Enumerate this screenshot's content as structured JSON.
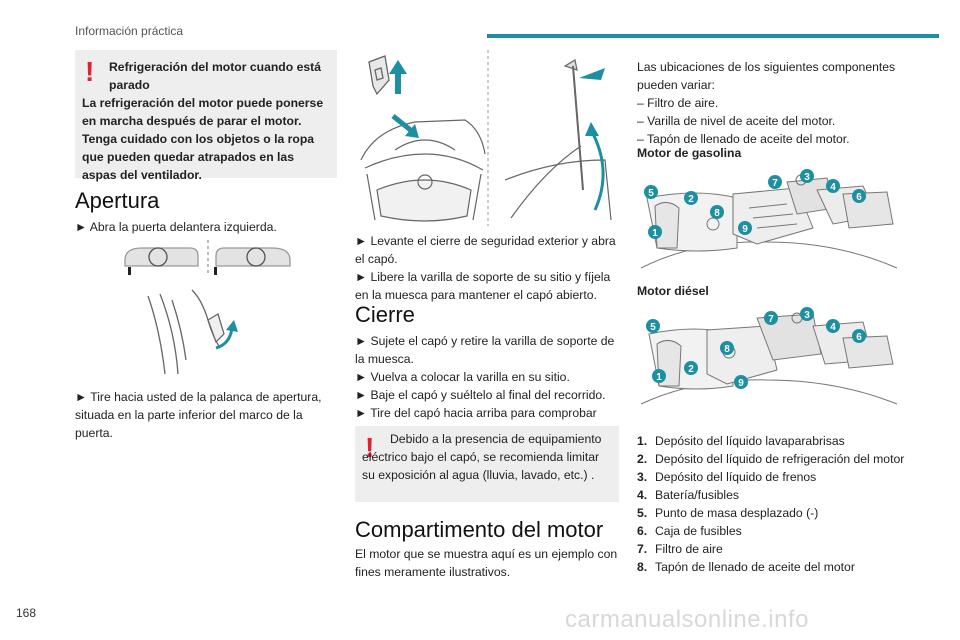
{
  "header": {
    "section": "Información práctica"
  },
  "page_number": "168",
  "watermark": "carmanualsonline.info",
  "col1": {
    "warning": {
      "title": "Refrigeración del motor cuando está parado",
      "body": "La refrigeración del motor puede ponerse en marcha después de parar el motor. Tenga cuidado con los objetos o la ropa que pueden quedar atrapados en las aspas del ventilador."
    },
    "heading": "Apertura",
    "step1": "► Abra la puerta delantera izquierda.",
    "step2": "► Tire hacia usted de la palanca de apertura, situada en la parte inferior del marco de la puerta."
  },
  "col2": {
    "steps_open": [
      "► Levante el cierre de seguridad exterior y abra el capó.",
      "► Libere la varilla de soporte de su sitio y fíjela en la muesca para mantener el capó abierto."
    ],
    "heading_close": "Cierre",
    "steps_close": [
      "► Sujete el capó y retire la varilla de soporte de la muesca.",
      "► Vuelva a colocar la varilla en su sitio.",
      "► Baje el capó y suéltelo al final del recorrido.",
      "► Tire del capó hacia arriba para comprobar que este correctamente cerrado y fijado."
    ],
    "notice": "Debido a la presencia de equipamiento eléctrico bajo el capó, se recomienda limitar su exposición al agua (lluvia, lavado, etc.) .",
    "heading_engine": "Compartimento del motor",
    "engine_text": "El motor que se muestra aquí es un ejemplo con fines meramente ilustrativos."
  },
  "col3": {
    "intro": "Las ubicaciones de los siguientes componentes pueden variar:",
    "intro_items": [
      "– Filtro de aire.",
      "– Varilla de nivel de aceite del motor.",
      "– Tapón de llenado de aceite del motor."
    ],
    "petrol_title": "Motor de gasolina",
    "diesel_title": "Motor diésel",
    "badges": [
      "1",
      "2",
      "3",
      "4",
      "5",
      "6",
      "7",
      "8",
      "9"
    ],
    "legend": [
      {
        "n": "1.",
        "text": "Depósito del líquido lavaparabrisas"
      },
      {
        "n": "2.",
        "text": "Depósito del líquido de refrigeración del motor"
      },
      {
        "n": "3.",
        "text": "Depósito del líquido de frenos"
      },
      {
        "n": "4.",
        "text": "Batería/fusibles"
      },
      {
        "n": "5.",
        "text": "Punto de masa desplazado (-)"
      },
      {
        "n": "6.",
        "text": "Caja de fusibles"
      },
      {
        "n": "7.",
        "text": "Filtro de aire"
      },
      {
        "n": "8.",
        "text": "Tapón de llenado de aceite del motor"
      }
    ]
  },
  "colors": {
    "accent": "#1c8fa0",
    "warning": "#e4202e",
    "badge": "#1c8fa0"
  },
  "icons": [
    "warning-exclamation-icon",
    "arrow-icon"
  ]
}
